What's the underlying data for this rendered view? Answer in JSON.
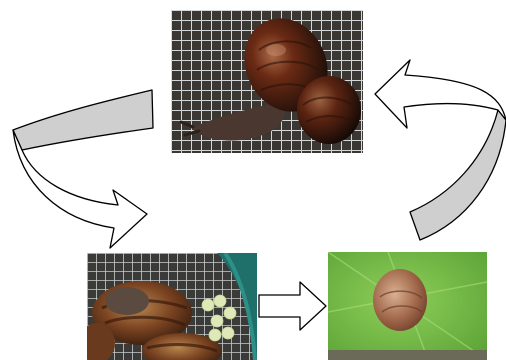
{
  "diagram": {
    "kind": "life-cycle",
    "stages": [
      {
        "id": "adult-snails-mating",
        "icon": "adult-snails-photo"
      },
      {
        "id": "eggs-laid",
        "icon": "snail-eggs-photo"
      },
      {
        "id": "juvenile-snail",
        "icon": "juvenile-snail-photo"
      }
    ],
    "connections": [
      {
        "from": "adult-snails-mating",
        "to": "eggs-laid",
        "style": "curved-band-arrow"
      },
      {
        "from": "eggs-laid",
        "to": "juvenile-snail",
        "style": "block-arrow"
      },
      {
        "from": "juvenile-snail",
        "to": "adult-snails-mating",
        "style": "curved-band-arrow"
      }
    ],
    "colors": {
      "band_fill": "#cfcfcf",
      "arrow_outline": "#000000",
      "leaf_green": "#7cc04a",
      "mesh": "#cfd3d6",
      "shell_brown": "#5a2412"
    }
  }
}
